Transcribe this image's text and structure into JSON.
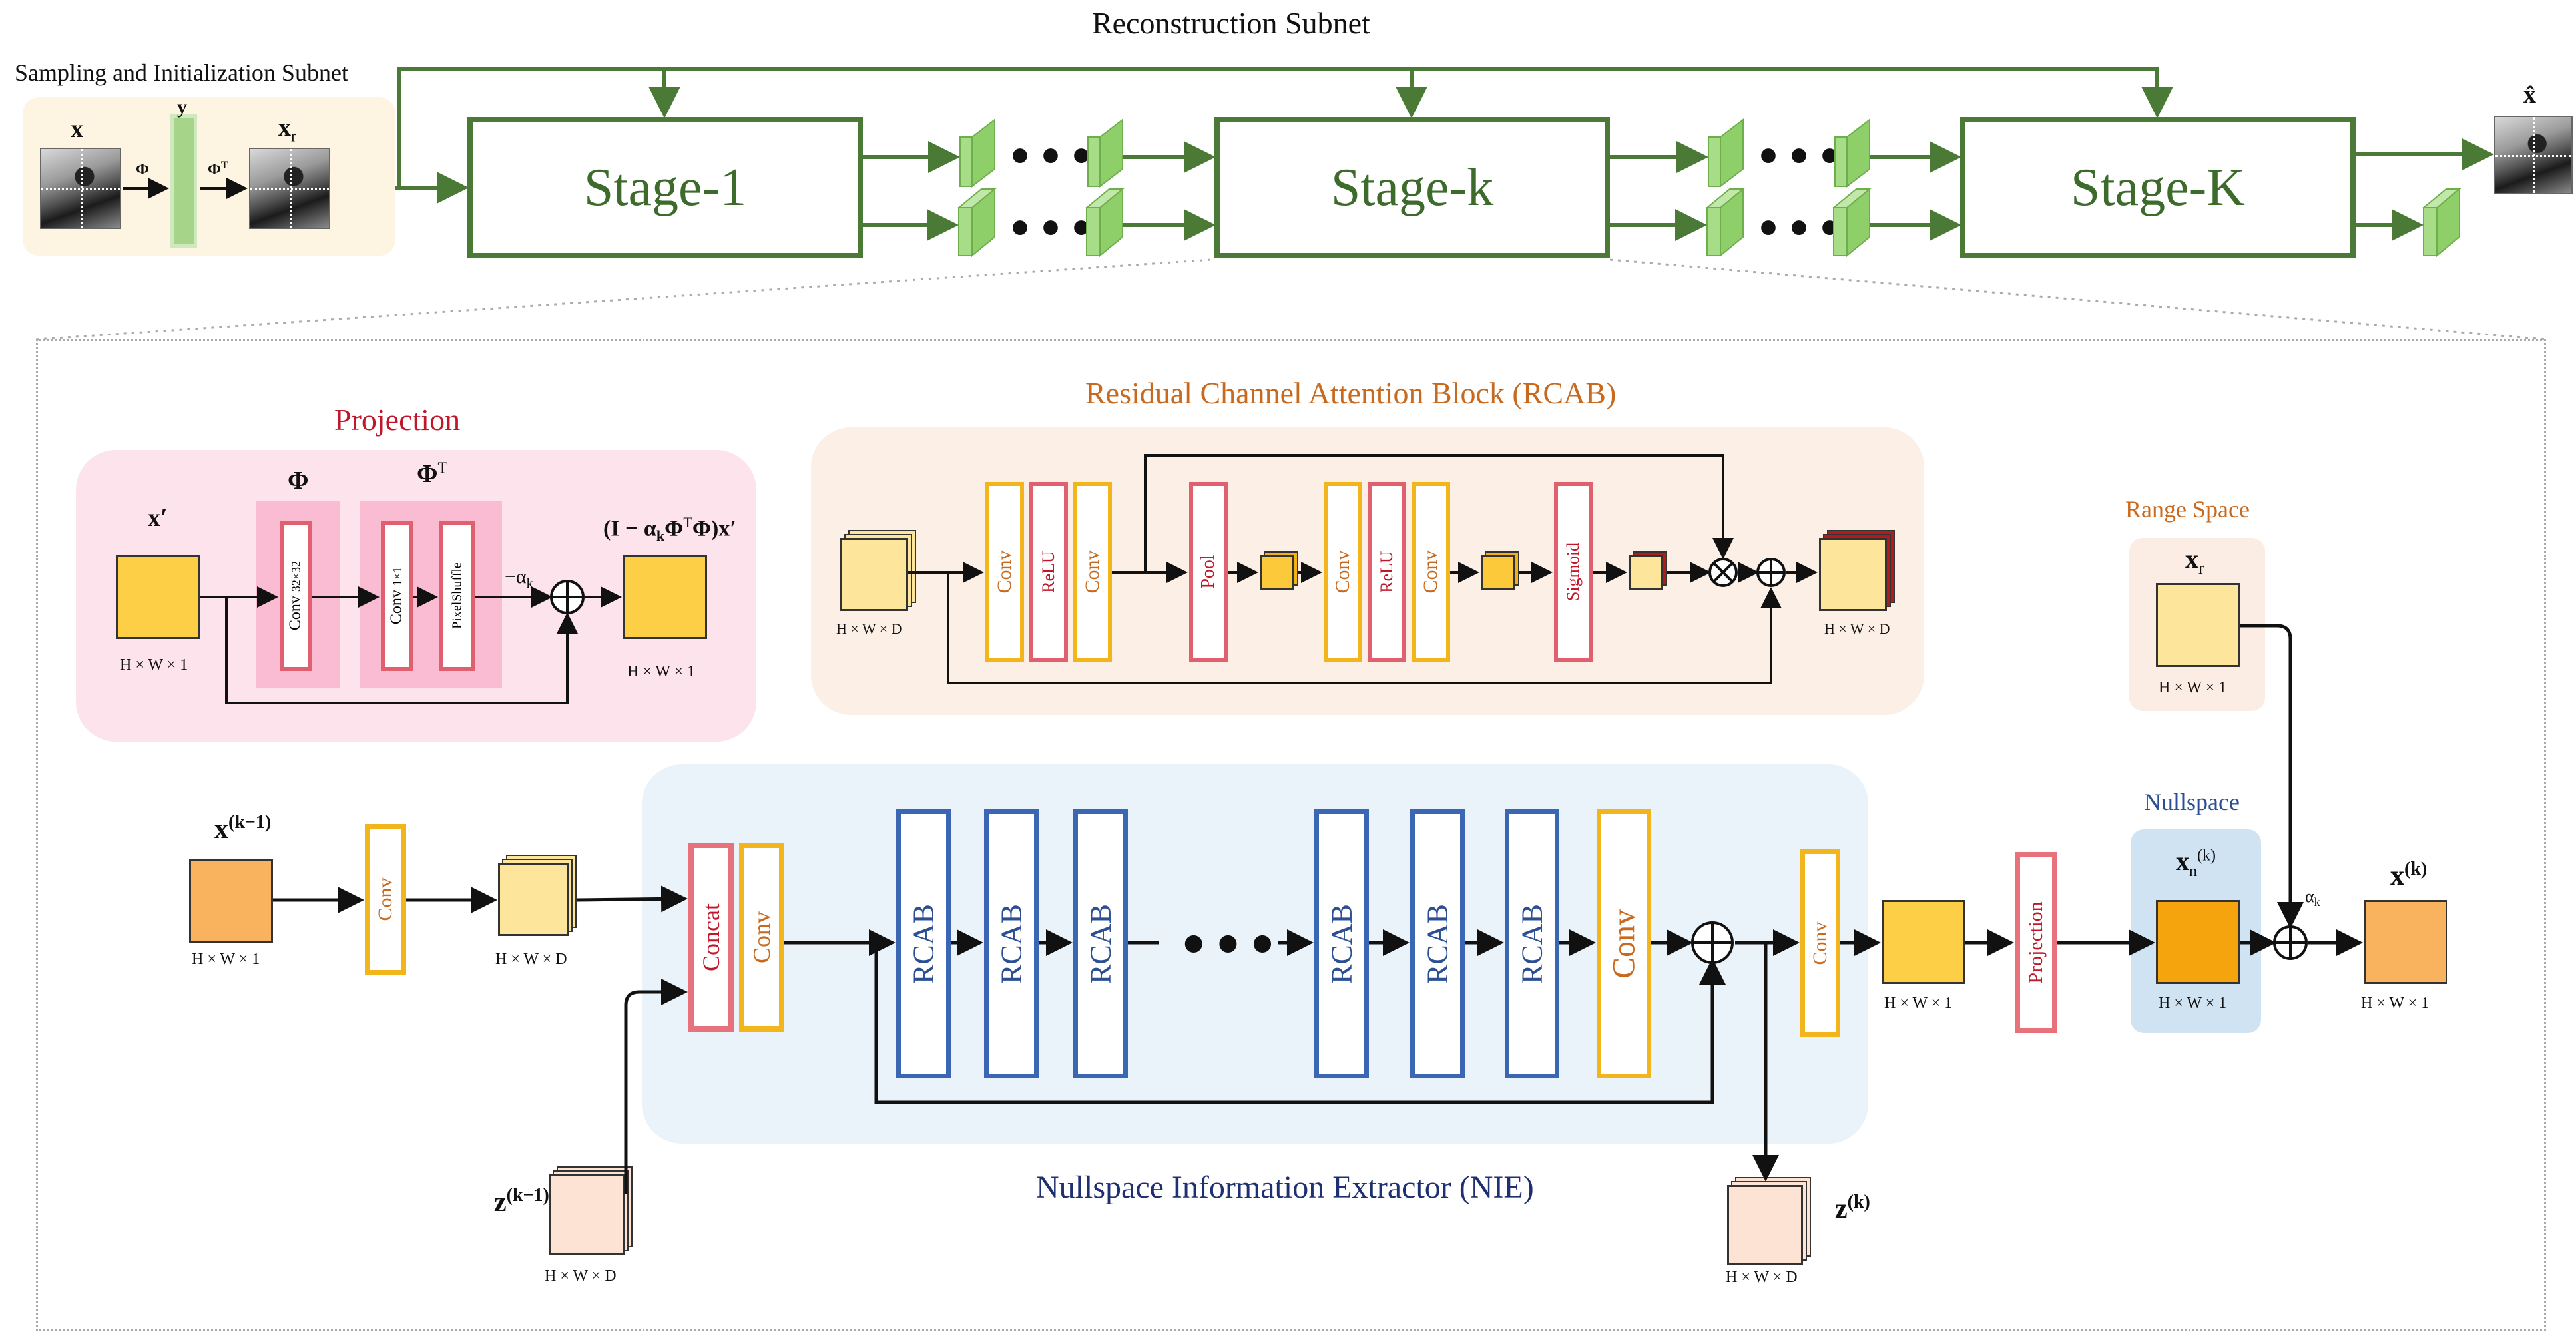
{
  "top": {
    "reconstruction_title": "Reconstruction Subnet",
    "sampling_title": "Sampling and Initialization Subnet",
    "x_label": "x",
    "y_label": "y",
    "xr_label": "x",
    "xr_sub": "r",
    "phi_label": "Φ",
    "phit_label": "Φ",
    "phit_sup": "T",
    "stage1": "Stage-1",
    "stagek": "Stage-k",
    "stageK": "Stage-K",
    "xhat_label": "x̂"
  },
  "projection": {
    "title": "Projection",
    "xprime": "x′",
    "phi_header": "Φ",
    "phit_header": "Φ",
    "phit_header_sup": "T",
    "conv1": "Conv",
    "conv1_size": "32×32",
    "conv2": "Conv",
    "conv2_size": "1×1",
    "pixelshuffle": "PixelShuffle",
    "alpha": "−α",
    "alpha_sub": "k",
    "result": "(I − α",
    "result_sub": "k",
    "result_rest": "Φ",
    "result_sup": "T",
    "result_end": "Φ)x′",
    "in_dim": "H × W × 1",
    "out_dim": "H × W × 1"
  },
  "rcab": {
    "title": "Residual Channel Attention Block (RCAB)",
    "conv_a": "Conv",
    "relu_a": "ReLU",
    "conv_b": "Conv",
    "pool": "Pool",
    "conv_c": "Conv",
    "relu_b": "ReLU",
    "conv_d": "Conv",
    "sigmoid": "Sigmoid",
    "in_dim": "H × W × D",
    "out_dim": "H × W × D"
  },
  "range": {
    "title": "Range Space",
    "xr": "x",
    "xr_sub": "r",
    "dim": "H × W × 1"
  },
  "nullspace": {
    "title": "Nullspace",
    "xn": "x",
    "xn_sub": "n",
    "xn_sup": "(k)",
    "dim": "H × W × 1"
  },
  "main": {
    "xk1": "x",
    "xk1_sup": "(k−1)",
    "xk1_dim": "H × W × 1",
    "conv_in": "Conv",
    "feat_dim": "H × W × D",
    "concat": "Concat",
    "conv_nie": "Conv",
    "rcab": "RCAB",
    "conv_end": "Conv",
    "conv_out": "Conv",
    "mid_dim": "H × W × 1",
    "projection": "Projection",
    "alpha": "α",
    "alpha_sub": "k",
    "xk": "x",
    "xk_sup": "(k)",
    "xk_dim": "H × W × 1",
    "zk1": "z",
    "zk1_sup": "(k−1)",
    "zk1_dim": "H × W × D",
    "zk": "z",
    "zk_sup": "(k)",
    "zk_dim": "H × W × D",
    "nie_title": "Nullspace Information Extractor (NIE)"
  },
  "colors": {
    "green": "#4a7a35",
    "pink_panel": "#fde3ec",
    "pink_band": "#f9bcd3",
    "peach_panel": "#fcefe6",
    "blue_panel": "#eaf2fa",
    "range_panel": "#fbece4",
    "null_panel": "#cfe3f3",
    "red_stroke": "#e06070",
    "yellow_stroke": "#f2b61c",
    "blue_stroke": "#3a66b3"
  }
}
